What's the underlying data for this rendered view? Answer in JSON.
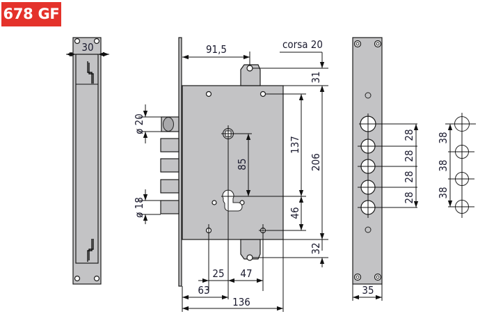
{
  "title": "678 GF",
  "colors": {
    "badge": "#e4322b",
    "metal": "#c3c3c5",
    "line": "#111111"
  },
  "views": {
    "strike_plate_side": {
      "width": "30"
    },
    "lock_body": {
      "backset_bolt": "91,5",
      "stroke_label": "corsa 20",
      "top_bolt_offset": "31",
      "bottom_bolt_offset": "32",
      "latch_diameter": "ø 20",
      "deadbolt_diameter": "ø 18",
      "hole_spacing_vertical": "137",
      "body_height": "206",
      "handle_to_cylinder": "85",
      "cylinder_to_bottom": "46",
      "cylinder_offset": "25",
      "cylinder_to_screw": "47",
      "backset": "63",
      "body_width": "136"
    },
    "faceplate": {
      "width": "35",
      "bolt_spacing": [
        "28",
        "28",
        "28",
        "28"
      ],
      "keeper_spacing": [
        "38",
        "38",
        "38"
      ]
    }
  }
}
